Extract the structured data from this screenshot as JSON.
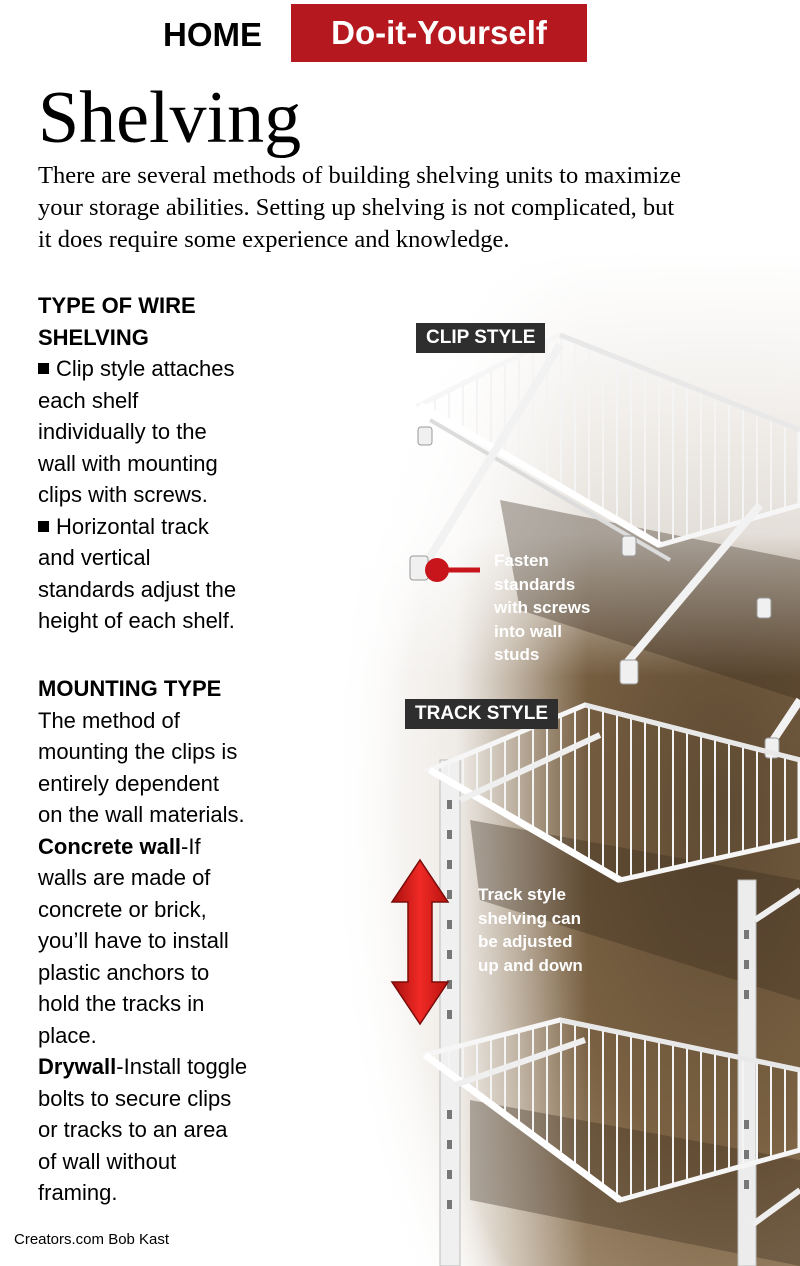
{
  "header": {
    "section": "HOME",
    "tag": "Do-it-Yourself"
  },
  "title": "Shelving",
  "intro_lines": [
    "There are several methods of building shelving units to maximize",
    "your storage abilities. Setting up shelving is not complicated, but",
    "it does require some experience and knowledge."
  ],
  "wire_shelving": {
    "heading_lines": [
      "TYPE OF WIRE",
      "SHELVING"
    ],
    "bullet_1_lines": [
      "Clip style attaches",
      "each shelf",
      "individually to the",
      "wall with mounting",
      "clips with screws."
    ],
    "bullet_2_lines": [
      "Horizontal track",
      "and vertical",
      "standards adjust the",
      "height of each shelf."
    ]
  },
  "mounting": {
    "heading": "MOUNTING TYPE",
    "intro_lines": [
      "The method of",
      "mounting the clips is",
      "entirely dependent",
      "on the wall materials."
    ],
    "concrete_term": "Concrete wall",
    "concrete_first": "-If",
    "concrete_lines": [
      "walls are made of",
      "concrete or brick,",
      "you’ll have to install",
      "plastic anchors to",
      "hold the tracks in",
      "place."
    ],
    "drywall_term": "Drywall",
    "drywall_first": "-Install toggle",
    "drywall_lines": [
      "bolts to secure clips",
      "or tracks to an area",
      "of wall without",
      "framing."
    ]
  },
  "labels": {
    "clip_style": "CLIP STYLE",
    "track_style": "TRACK STYLE"
  },
  "callouts": {
    "fasten_lines": [
      "Fasten",
      "standards",
      "with screws",
      "into wall",
      "studs"
    ],
    "track_lines": [
      "Track style",
      "shelving can",
      "be adjusted",
      "up and down"
    ]
  },
  "credit": "Creators.com Bob Kast",
  "colors": {
    "header_red": "#b5191f",
    "label_dark": "#2e2e2e",
    "wall_brown": "#7a6142",
    "arrow_red": "#e0201f",
    "marker_red": "#c8141b"
  },
  "icons": {
    "bullet": "black-square",
    "adjust_arrow": "red-double-arrow",
    "fasten_marker": "red-pin-marker"
  }
}
